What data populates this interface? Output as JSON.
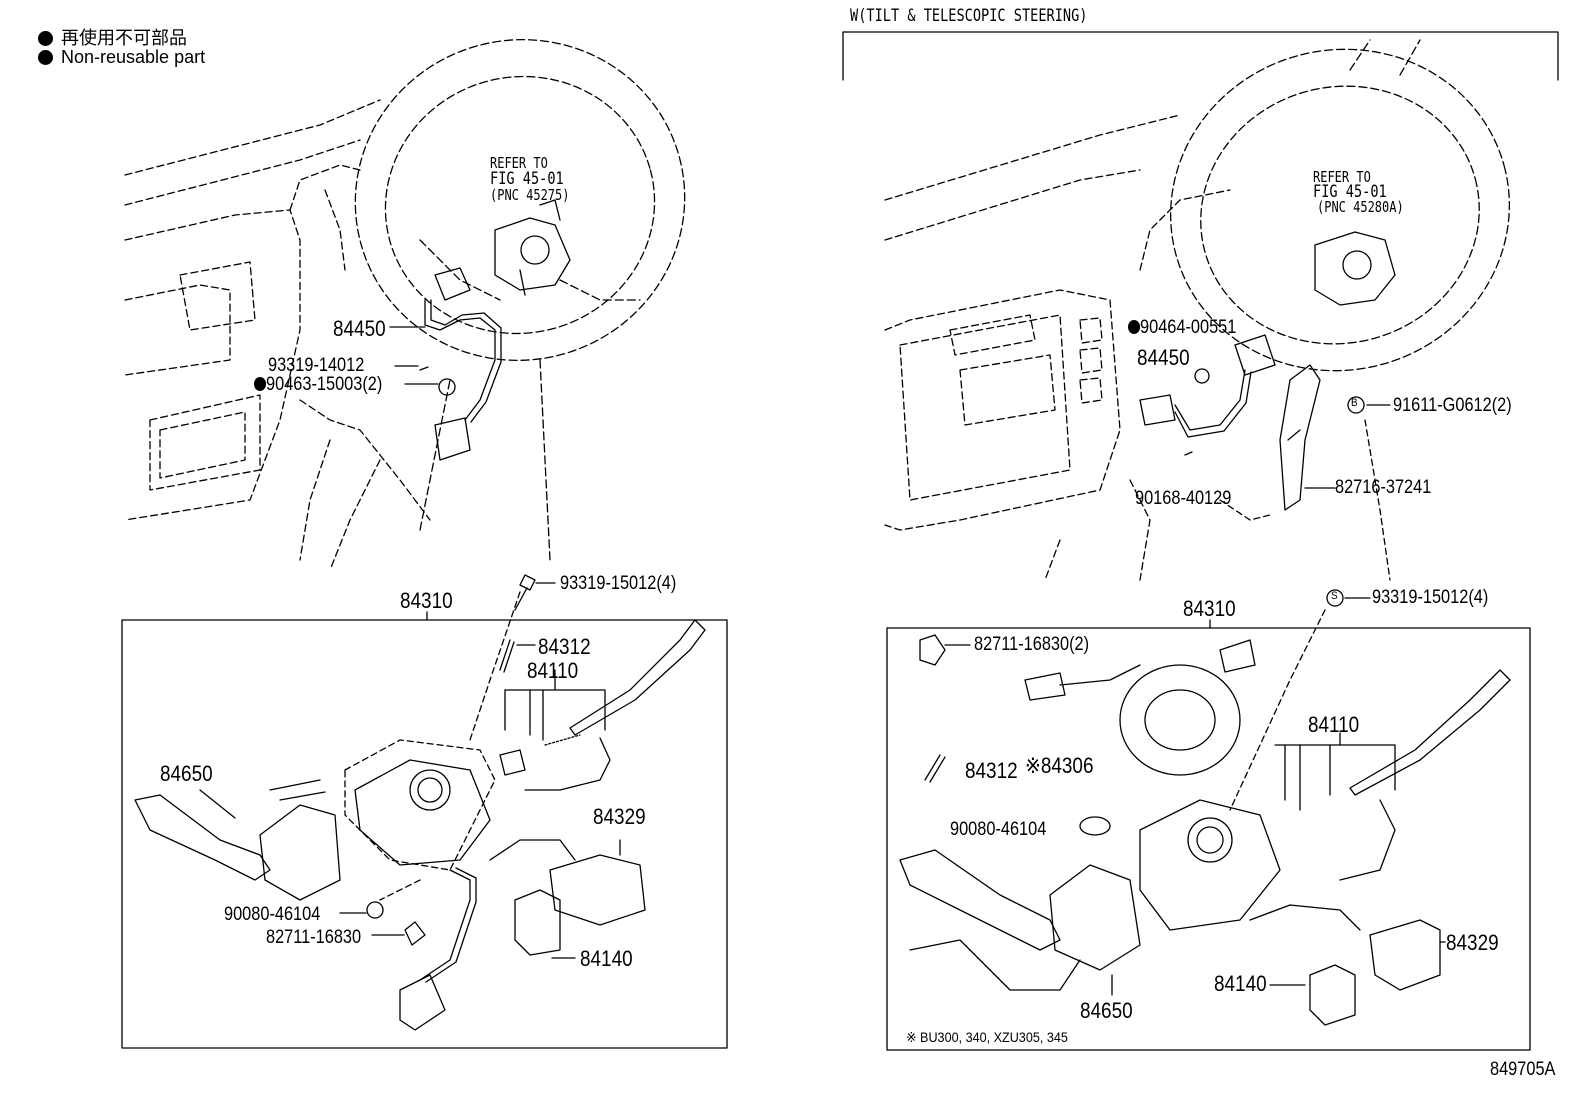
{
  "legend": {
    "jp": "再使用不可部品",
    "en": "Non-reusable part"
  },
  "left": {
    "refer": [
      "REFER TO",
      "FIG 45-01",
      "(PNC 45275)"
    ],
    "parts": {
      "p84450": "84450",
      "p93319_14012": "93319-14012",
      "p90463": "90463-15003(2)",
      "p84310": "84310",
      "p93319_15012": "93319-15012(4)",
      "p84312": "84312",
      "p84110": "84110",
      "p84650": "84650",
      "p84329": "84329",
      "p90080": "90080-46104",
      "p82711": "82711-16830",
      "p84140": "84140"
    }
  },
  "right": {
    "title": "W(TILT & TELESCOPIC STEERING)",
    "refer": [
      "REFER TO",
      "FIG 45-01",
      "(PNC 45280A)"
    ],
    "parts": {
      "p90464": "90464-00551",
      "p84450": "84450",
      "p91611": "91611-G0612(2)",
      "p82716": "82716-37241",
      "p90168": "90168-40129",
      "p84310": "84310",
      "p93319": "93319-15012(4)",
      "p82711": "82711-16830(2)",
      "p84110": "84110",
      "p84312": "84312",
      "p84306": "※84306",
      "p90080": "90080-46104",
      "p84329": "84329",
      "p84140": "84140",
      "p84650": "84650"
    },
    "note": "※  BU300, 340, XZU305, 345",
    "mark_b": "B",
    "mark_s": "S"
  },
  "figure_id": "849705A"
}
